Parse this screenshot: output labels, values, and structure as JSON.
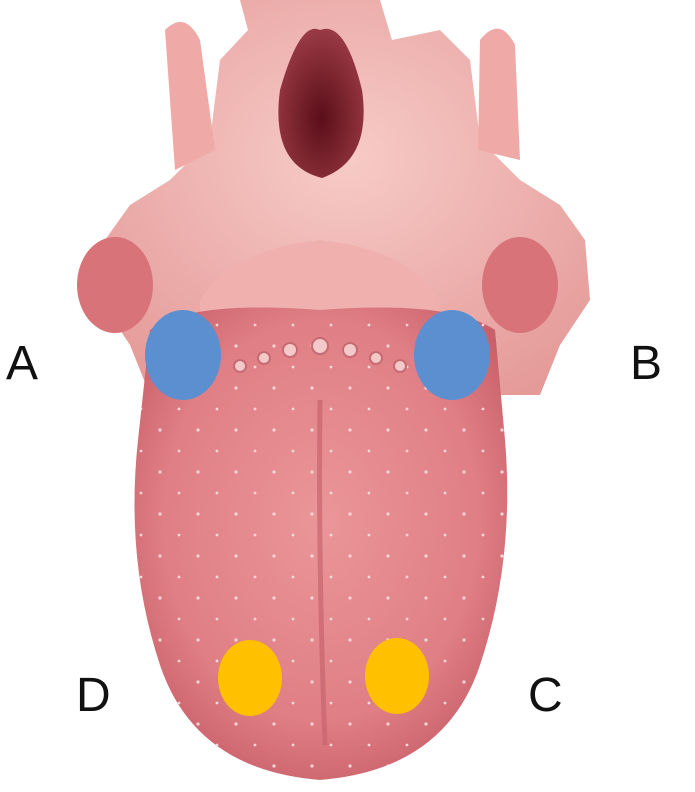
{
  "labels": {
    "a": "A",
    "b": "B",
    "c": "C",
    "d": "D"
  },
  "marker_colors": {
    "blue": "#5B8FD0",
    "yellow": "#FFC000"
  },
  "tissue_colors": {
    "tongue": "#E5858A",
    "tongue_dark": "#C9606A",
    "pharynx": "#F2B6B3",
    "throat_opening": "#7A1F2A",
    "tonsil": "#D9737A"
  }
}
